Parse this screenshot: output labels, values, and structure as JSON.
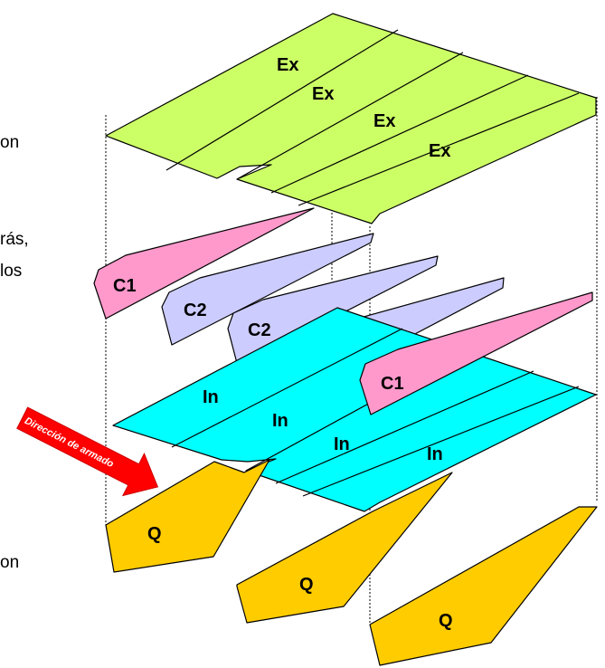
{
  "colors": {
    "exterior": "#ccff66",
    "interior": "#00ffff",
    "c1": "#ff99cc",
    "c2": "#ccccff",
    "q": "#ffcc00",
    "arrow": "#ff0000"
  },
  "left_fragments": [
    "on",
    "rás,",
    "los",
    "on"
  ],
  "layers": {
    "exterior": {
      "labels": [
        "Ex",
        "Ex",
        "Ex",
        "Ex"
      ]
    },
    "c1_first": {
      "label": "C1"
    },
    "c2": {
      "labels": [
        "C2",
        "C2",
        "C2"
      ]
    },
    "c1_second": {
      "label": "C1"
    },
    "interior": {
      "labels": [
        "In",
        "In",
        "In",
        "In"
      ]
    },
    "q": {
      "labels": [
        "Q",
        "Q",
        "Q"
      ]
    }
  },
  "arrow": {
    "label": "Dirección de armado"
  }
}
